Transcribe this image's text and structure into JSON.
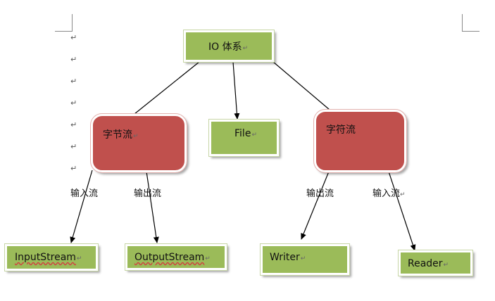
{
  "root": {
    "label": "IO 体系"
  },
  "nodes": {
    "byte_stream": {
      "label": "字节流"
    },
    "file": {
      "label": "File"
    },
    "char_stream": {
      "label": "字符流"
    },
    "input_stream": {
      "label": "InputStream"
    },
    "output_stream": {
      "label": "OutputStream"
    },
    "writer": {
      "label": "Writer"
    },
    "reader": {
      "label": "Reader"
    }
  },
  "edge_labels": {
    "byte_input": "输入流",
    "byte_output": "输出流",
    "char_output": "输出流",
    "char_input": "输入流"
  },
  "paragraph_mark": "↵",
  "colors": {
    "green_fill": "#9bbb59",
    "red_fill": "#c0504d",
    "connector": "#000000"
  }
}
